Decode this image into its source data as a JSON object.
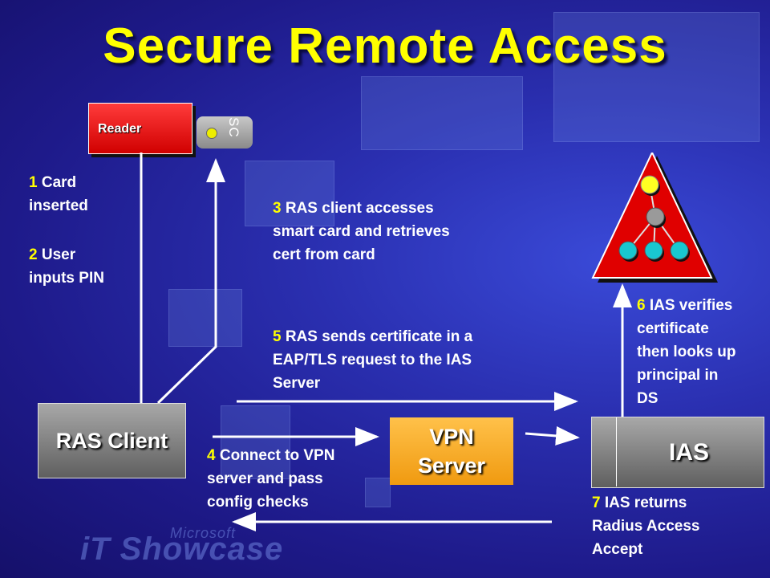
{
  "title": "Secure Remote Access",
  "reader_label": "Reader",
  "smart_card_label": "SC",
  "nodes": {
    "ras_client": "RAS Client",
    "vpn_server_line1": "VPN",
    "vpn_server_line2": "Server",
    "ias": "IAS"
  },
  "steps": [
    {
      "num": "1",
      "text": "Card inserted"
    },
    {
      "num": "2",
      "text": "User inputs PIN"
    },
    {
      "num": "3",
      "text": "RAS client accesses smart card and retrieves cert from card"
    },
    {
      "num": "4",
      "text": "Connect to VPN server and pass config checks"
    },
    {
      "num": "5",
      "text": "RAS sends certificate in a EAP/TLS request to the IAS Server"
    },
    {
      "num": "6",
      "text": "IAS verifies certificate then looks up principal in DS"
    },
    {
      "num": "7",
      "text": "IAS returns Radius Access Accept"
    }
  ],
  "step_lines": {
    "s1": [
      "Card",
      "inserted"
    ],
    "s2": [
      "User",
      "inputs PIN"
    ],
    "s3": [
      "RAS client accesses",
      "smart card and retrieves",
      "cert from card"
    ],
    "s4": [
      "Connect to VPN",
      "server and pass",
      "config checks"
    ],
    "s5": [
      "RAS sends certificate in a",
      "EAP/TLS request to the IAS",
      "Server"
    ],
    "s6": [
      "IAS verifies",
      "certificate",
      "then looks up",
      "principal in",
      "DS"
    ],
    "s7": [
      "IAS returns",
      "Radius Access",
      "Accept"
    ]
  },
  "logo": {
    "top": "Microsoft",
    "main": "iT Showcase"
  },
  "colors": {
    "accent": "#ffff00",
    "reader": "#e00000",
    "vpn": "#f5a623",
    "directory": "#e00000"
  }
}
